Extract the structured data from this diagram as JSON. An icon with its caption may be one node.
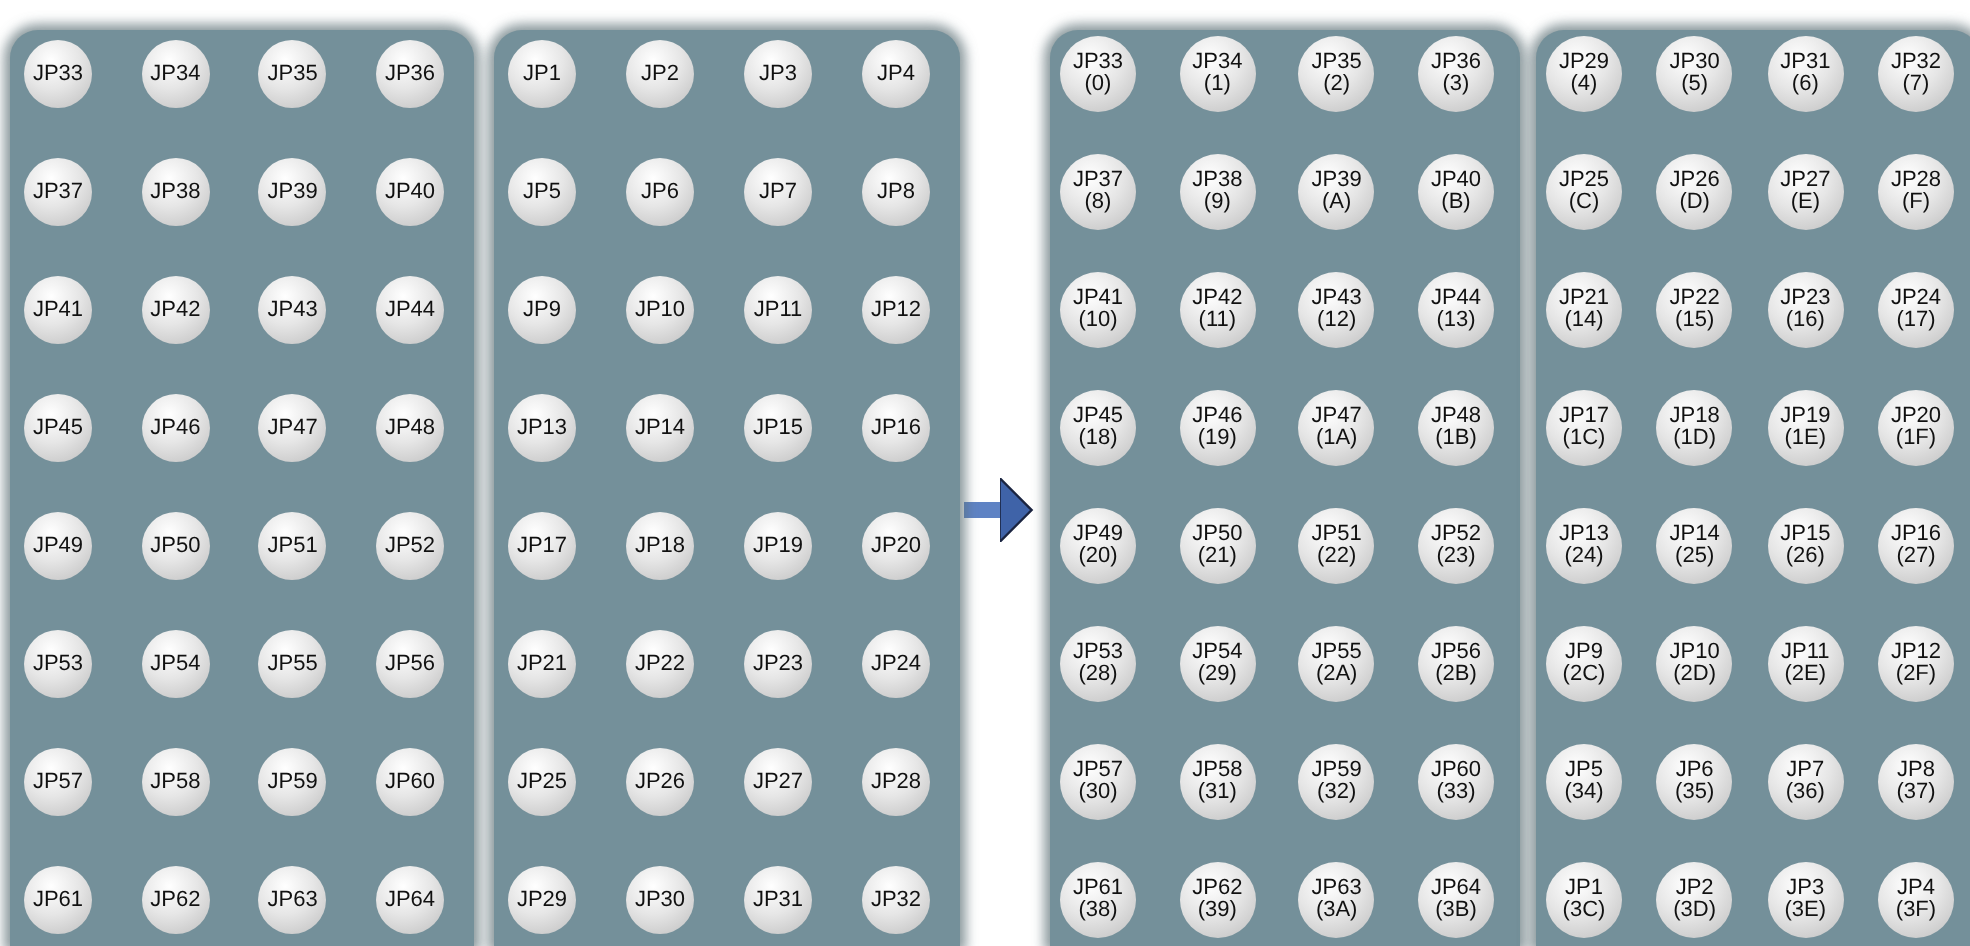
{
  "diagram": {
    "nodes": [
      {
        "text": [],
        "shape": "box"
      },
      {
        "text": [
          "JP33"
        ],
        "in": 0
      },
      {
        "text": [
          "JP34"
        ],
        "in": 0
      },
      {
        "text": [
          "JP35"
        ],
        "in": 0
      },
      {
        "text": [
          "JP36"
        ],
        "in": 0
      },
      {
        "text": [
          "JP37"
        ],
        "in": 0
      },
      {
        "text": [
          "JP38"
        ],
        "in": 0
      },
      {
        "text": [
          "JP39"
        ],
        "in": 0
      },
      {
        "text": [
          "JP40"
        ],
        "in": 0
      },
      {
        "text": [
          "JP41"
        ],
        "in": 0
      },
      {
        "text": [
          "JP42"
        ],
        "in": 0
      },
      {
        "text": [
          "JP43"
        ],
        "in": 0
      },
      {
        "text": [
          "JP44"
        ],
        "in": 0
      },
      {
        "text": [
          "JP45"
        ],
        "in": 0
      },
      {
        "text": [
          "JP46"
        ],
        "in": 0
      },
      {
        "text": [
          "JP47"
        ],
        "in": 0
      },
      {
        "text": [
          "JP48"
        ],
        "in": 0
      },
      {
        "text": [
          "JP49"
        ],
        "in": 0
      },
      {
        "text": [
          "JP50"
        ],
        "in": 0
      },
      {
        "text": [
          "JP51"
        ],
        "in": 0
      },
      {
        "text": [
          "JP52"
        ],
        "in": 0
      },
      {
        "text": [
          "JP53"
        ],
        "in": 0
      },
      {
        "text": [
          "JP54"
        ],
        "in": 0
      },
      {
        "text": [
          "JP55"
        ],
        "in": 0
      },
      {
        "text": [
          "JP56"
        ],
        "in": 0
      },
      {
        "text": [
          "JP57"
        ],
        "in": 0
      },
      {
        "text": [
          "JP58"
        ],
        "in": 0
      },
      {
        "text": [
          "JP59"
        ],
        "in": 0
      },
      {
        "text": [
          "JP60"
        ],
        "in": 0
      },
      {
        "text": [
          "JP61"
        ],
        "in": 0
      },
      {
        "text": [
          "JP62"
        ],
        "in": 0
      },
      {
        "text": [
          "JP63"
        ],
        "in": 0
      },
      {
        "text": [
          "JP64"
        ],
        "in": 0
      },
      {
        "text": [],
        "shape": "box"
      },
      {
        "text": [
          "JP1"
        ],
        "in": 33
      },
      {
        "text": [
          "JP2"
        ],
        "in": 33
      },
      {
        "text": [
          "JP3"
        ],
        "in": 33
      },
      {
        "text": [
          "JP4"
        ],
        "in": 33
      },
      {
        "text": [
          "JP5"
        ],
        "in": 33
      },
      {
        "text": [
          "JP6"
        ],
        "in": 33
      },
      {
        "text": [
          "JP7"
        ],
        "in": 33
      },
      {
        "text": [
          "JP8"
        ],
        "in": 33
      },
      {
        "text": [
          "JP9"
        ],
        "in": 33
      },
      {
        "text": [
          "JP10"
        ],
        "in": 33
      },
      {
        "text": [
          "JP11"
        ],
        "in": 33
      },
      {
        "text": [
          "JP12"
        ],
        "in": 33
      },
      {
        "text": [
          "JP13"
        ],
        "in": 33
      },
      {
        "text": [
          "JP14"
        ],
        "in": 33
      },
      {
        "text": [
          "JP15"
        ],
        "in": 33
      },
      {
        "text": [
          "JP16"
        ],
        "in": 33
      },
      {
        "text": [
          "JP17"
        ],
        "in": 33
      },
      {
        "text": [
          "JP18"
        ],
        "in": 33
      },
      {
        "text": [
          "JP19"
        ],
        "in": 33
      },
      {
        "text": [
          "JP20"
        ],
        "in": 33
      },
      {
        "text": [
          "JP21"
        ],
        "in": 33
      },
      {
        "text": [
          "JP22"
        ],
        "in": 33
      },
      {
        "text": [
          "JP23"
        ],
        "in": 33
      },
      {
        "text": [
          "JP24"
        ],
        "in": 33
      },
      {
        "text": [
          "JP25"
        ],
        "in": 33
      },
      {
        "text": [
          "JP26"
        ],
        "in": 33
      },
      {
        "text": [
          "JP27"
        ],
        "in": 33
      },
      {
        "text": [
          "JP28"
        ],
        "in": 33
      },
      {
        "text": [
          "JP29"
        ],
        "in": 33
      },
      {
        "text": [
          "JP30"
        ],
        "in": 33
      },
      {
        "text": [
          "JP31"
        ],
        "in": 33
      },
      {
        "text": [
          "JP32"
        ],
        "in": 33
      },
      {
        "text": [],
        "shape": "box"
      },
      {
        "text": [
          "JP33 (0)"
        ],
        "in": 66
      },
      {
        "text": [
          "JP34 (1)"
        ],
        "in": 66
      },
      {
        "text": [
          "JP35 (2)"
        ],
        "in": 66
      },
      {
        "text": [
          "JP36 (3)"
        ],
        "in": 66
      },
      {
        "text": [
          "JP37 (8)"
        ],
        "in": 66
      },
      {
        "text": [
          "JP38 (9)"
        ],
        "in": 66
      },
      {
        "text": [
          "JP39 (A)"
        ],
        "in": 66
      },
      {
        "text": [
          "JP40 (B)"
        ],
        "in": 66
      },
      {
        "text": [
          "JP41 (10)"
        ],
        "in": 66
      },
      {
        "text": [
          "JP42 (11)"
        ],
        "in": 66
      },
      {
        "text": [
          "JP43 (12)"
        ],
        "in": 66
      },
      {
        "text": [
          "JP44 (13)"
        ],
        "in": 66
      },
      {
        "text": [
          "JP45 (18)"
        ],
        "in": 66
      },
      {
        "text": [
          "JP46 (19)"
        ],
        "in": 66
      },
      {
        "text": [
          "JP47 (1A)"
        ],
        "in": 66
      },
      {
        "text": [
          "JP48 (1B)"
        ],
        "in": 66
      },
      {
        "text": [
          "JP49 (20)"
        ],
        "in": 66
      },
      {
        "text": [
          "JP50 (21)"
        ],
        "in": 66
      },
      {
        "text": [
          "JP51 (22)"
        ],
        "in": 66
      },
      {
        "text": [
          "JP52 (23)"
        ],
        "in": 66
      },
      {
        "text": [
          "JP53 (28)"
        ],
        "in": 66
      },
      {
        "text": [
          "JP54 (29)"
        ],
        "in": 66
      },
      {
        "text": [
          "JP55 (2A)"
        ],
        "in": 66
      },
      {
        "text": [
          "JP56 (2B)"
        ],
        "in": 66
      },
      {
        "text": [
          "JP57 (30)"
        ],
        "in": 66
      },
      {
        "text": [
          "JP58 (31)"
        ],
        "in": 66
      },
      {
        "text": [
          "JP59 (32)"
        ],
        "in": 66
      },
      {
        "text": [
          "JP60 (33)"
        ],
        "in": 66
      },
      {
        "text": [
          "JP61 (38)"
        ],
        "in": 66
      },
      {
        "text": [
          "JP62 (39)"
        ],
        "in": 66
      },
      {
        "text": [
          "JP63 (3A)"
        ],
        "in": 66
      },
      {
        "text": [
          "JP64 (3B)"
        ],
        "in": 66
      },
      {
        "text": [],
        "shape": "box"
      },
      {
        "text": [
          "JP29 (4)"
        ],
        "in": 99
      },
      {
        "text": [
          "JP30 (5)"
        ],
        "in": 99
      },
      {
        "text": [
          "JP31 (6)"
        ],
        "in": 99
      },
      {
        "text": [
          "JP32 (7)"
        ],
        "in": 99
      },
      {
        "text": [
          "JP25 (C)"
        ],
        "in": 99
      },
      {
        "text": [
          "JP26 (D)"
        ],
        "in": 99
      },
      {
        "text": [
          "JP27 (E)"
        ],
        "in": 99
      },
      {
        "text": [
          "JP28 (F)"
        ],
        "in": 99
      },
      {
        "text": [
          "JP21 (14)"
        ],
        "in": 99
      },
      {
        "text": [
          "JP22 (15)"
        ],
        "in": 99
      },
      {
        "text": [
          "JP23 (16)"
        ],
        "in": 99
      },
      {
        "text": [
          "JP24 (17)"
        ],
        "in": 99
      },
      {
        "text": [
          "JP17 (1C)"
        ],
        "in": 99
      },
      {
        "text": [
          "JP18 (1D)"
        ],
        "in": 99
      },
      {
        "text": [
          "JP19 (1E)"
        ],
        "in": 99
      },
      {
        "text": [
          "JP20 (1F)"
        ],
        "in": 99
      },
      {
        "text": [
          "JP13 (24)"
        ],
        "in": 99
      },
      {
        "text": [
          "JP14 (25)"
        ],
        "in": 99
      },
      {
        "text": [
          "JP15 (26)"
        ],
        "in": 99
      },
      {
        "text": [
          "JP16 (27)"
        ],
        "in": 99
      },
      {
        "text": [
          "JP9 (2C)"
        ],
        "in": 99
      },
      {
        "text": [
          "JP10 (2D)"
        ],
        "in": 99
      },
      {
        "text": [
          "JP11 (2E)"
        ],
        "in": 99
      },
      {
        "text": [
          "JP12 (2F)"
        ],
        "in": 99
      },
      {
        "text": [
          "JP5 (34)"
        ],
        "in": 99
      },
      {
        "text": [
          "JP6 (35)"
        ],
        "in": 99
      },
      {
        "text": [
          "JP7 (36)"
        ],
        "in": 99
      },
      {
        "text": [
          "JP8 (37)"
        ],
        "in": 99
      },
      {
        "text": [
          "JP1 (3C)"
        ],
        "in": 99
      },
      {
        "text": [
          "JP2 (3D)"
        ],
        "in": 99
      },
      {
        "text": [
          "JP3 (3E)"
        ],
        "in": 99
      },
      {
        "text": [
          "JP4 (3F)"
        ],
        "in": 99
      }
    ],
    "edges": [
      {
        "from": 33,
        "to": 66,
        "arrow": "to"
      }
    ]
  }
}
